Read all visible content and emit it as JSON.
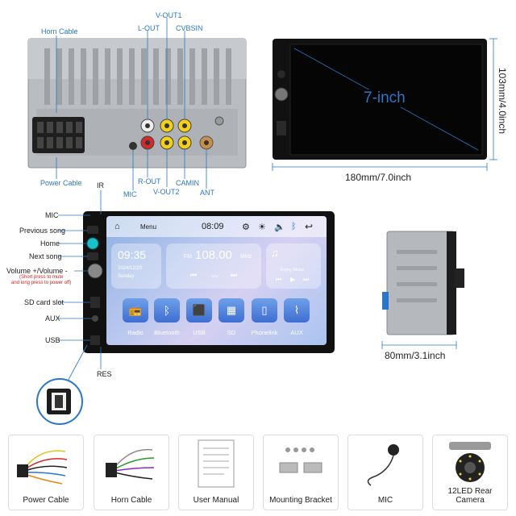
{
  "top_back": {
    "labels": {
      "horn_cable": "Horn Cable",
      "power_cable": "Power Cable",
      "v_out1": "V-OUT1",
      "l_out": "L-OUT",
      "cvbsin": "CVBSIN",
      "r_out": "R-OUT",
      "v_out2": "V-OUT2",
      "camin": "CAMIN",
      "mic": "MIC",
      "ant": "ANT"
    }
  },
  "top_front": {
    "size_text": "7-inch",
    "width_dim": "180mm/7.0inch",
    "height_dim": "103mm/4.0inch"
  },
  "middle": {
    "left_labels": {
      "ir": "IR",
      "mic": "MIC",
      "previous_song": "Previous song",
      "home": "Home",
      "next_song": "Next song",
      "volume": "Volume +/Volume -",
      "volume_note_line1": "(Short press to mute",
      "volume_note_line2": "and long press to power off)",
      "sd_card_slot": "SD card slot",
      "aux": "AUX",
      "usb": "USB",
      "res": "RES"
    },
    "screen": {
      "menu": "Menu",
      "time_top": "08:09",
      "clock": "09:35",
      "date": "2024/12/20",
      "day": "Sunday",
      "fm_band": "FM",
      "fm_freq": "108.00",
      "fm_unit": "MHz",
      "music_label": "Enjoy Music",
      "apps": [
        "Radio",
        "Bluetooth",
        "USB",
        "SD",
        "Phonelink",
        "AUX"
      ]
    },
    "side_dim": "80mm/3.1inch"
  },
  "accessories": [
    "Power Cable",
    "Horn Cable",
    "User Manual",
    "Mounting Bracket",
    "MIC",
    "12LED Rear Camera"
  ],
  "colors": {
    "accent_blue": "#2a77c8",
    "volume_note_red": "#d02020"
  }
}
